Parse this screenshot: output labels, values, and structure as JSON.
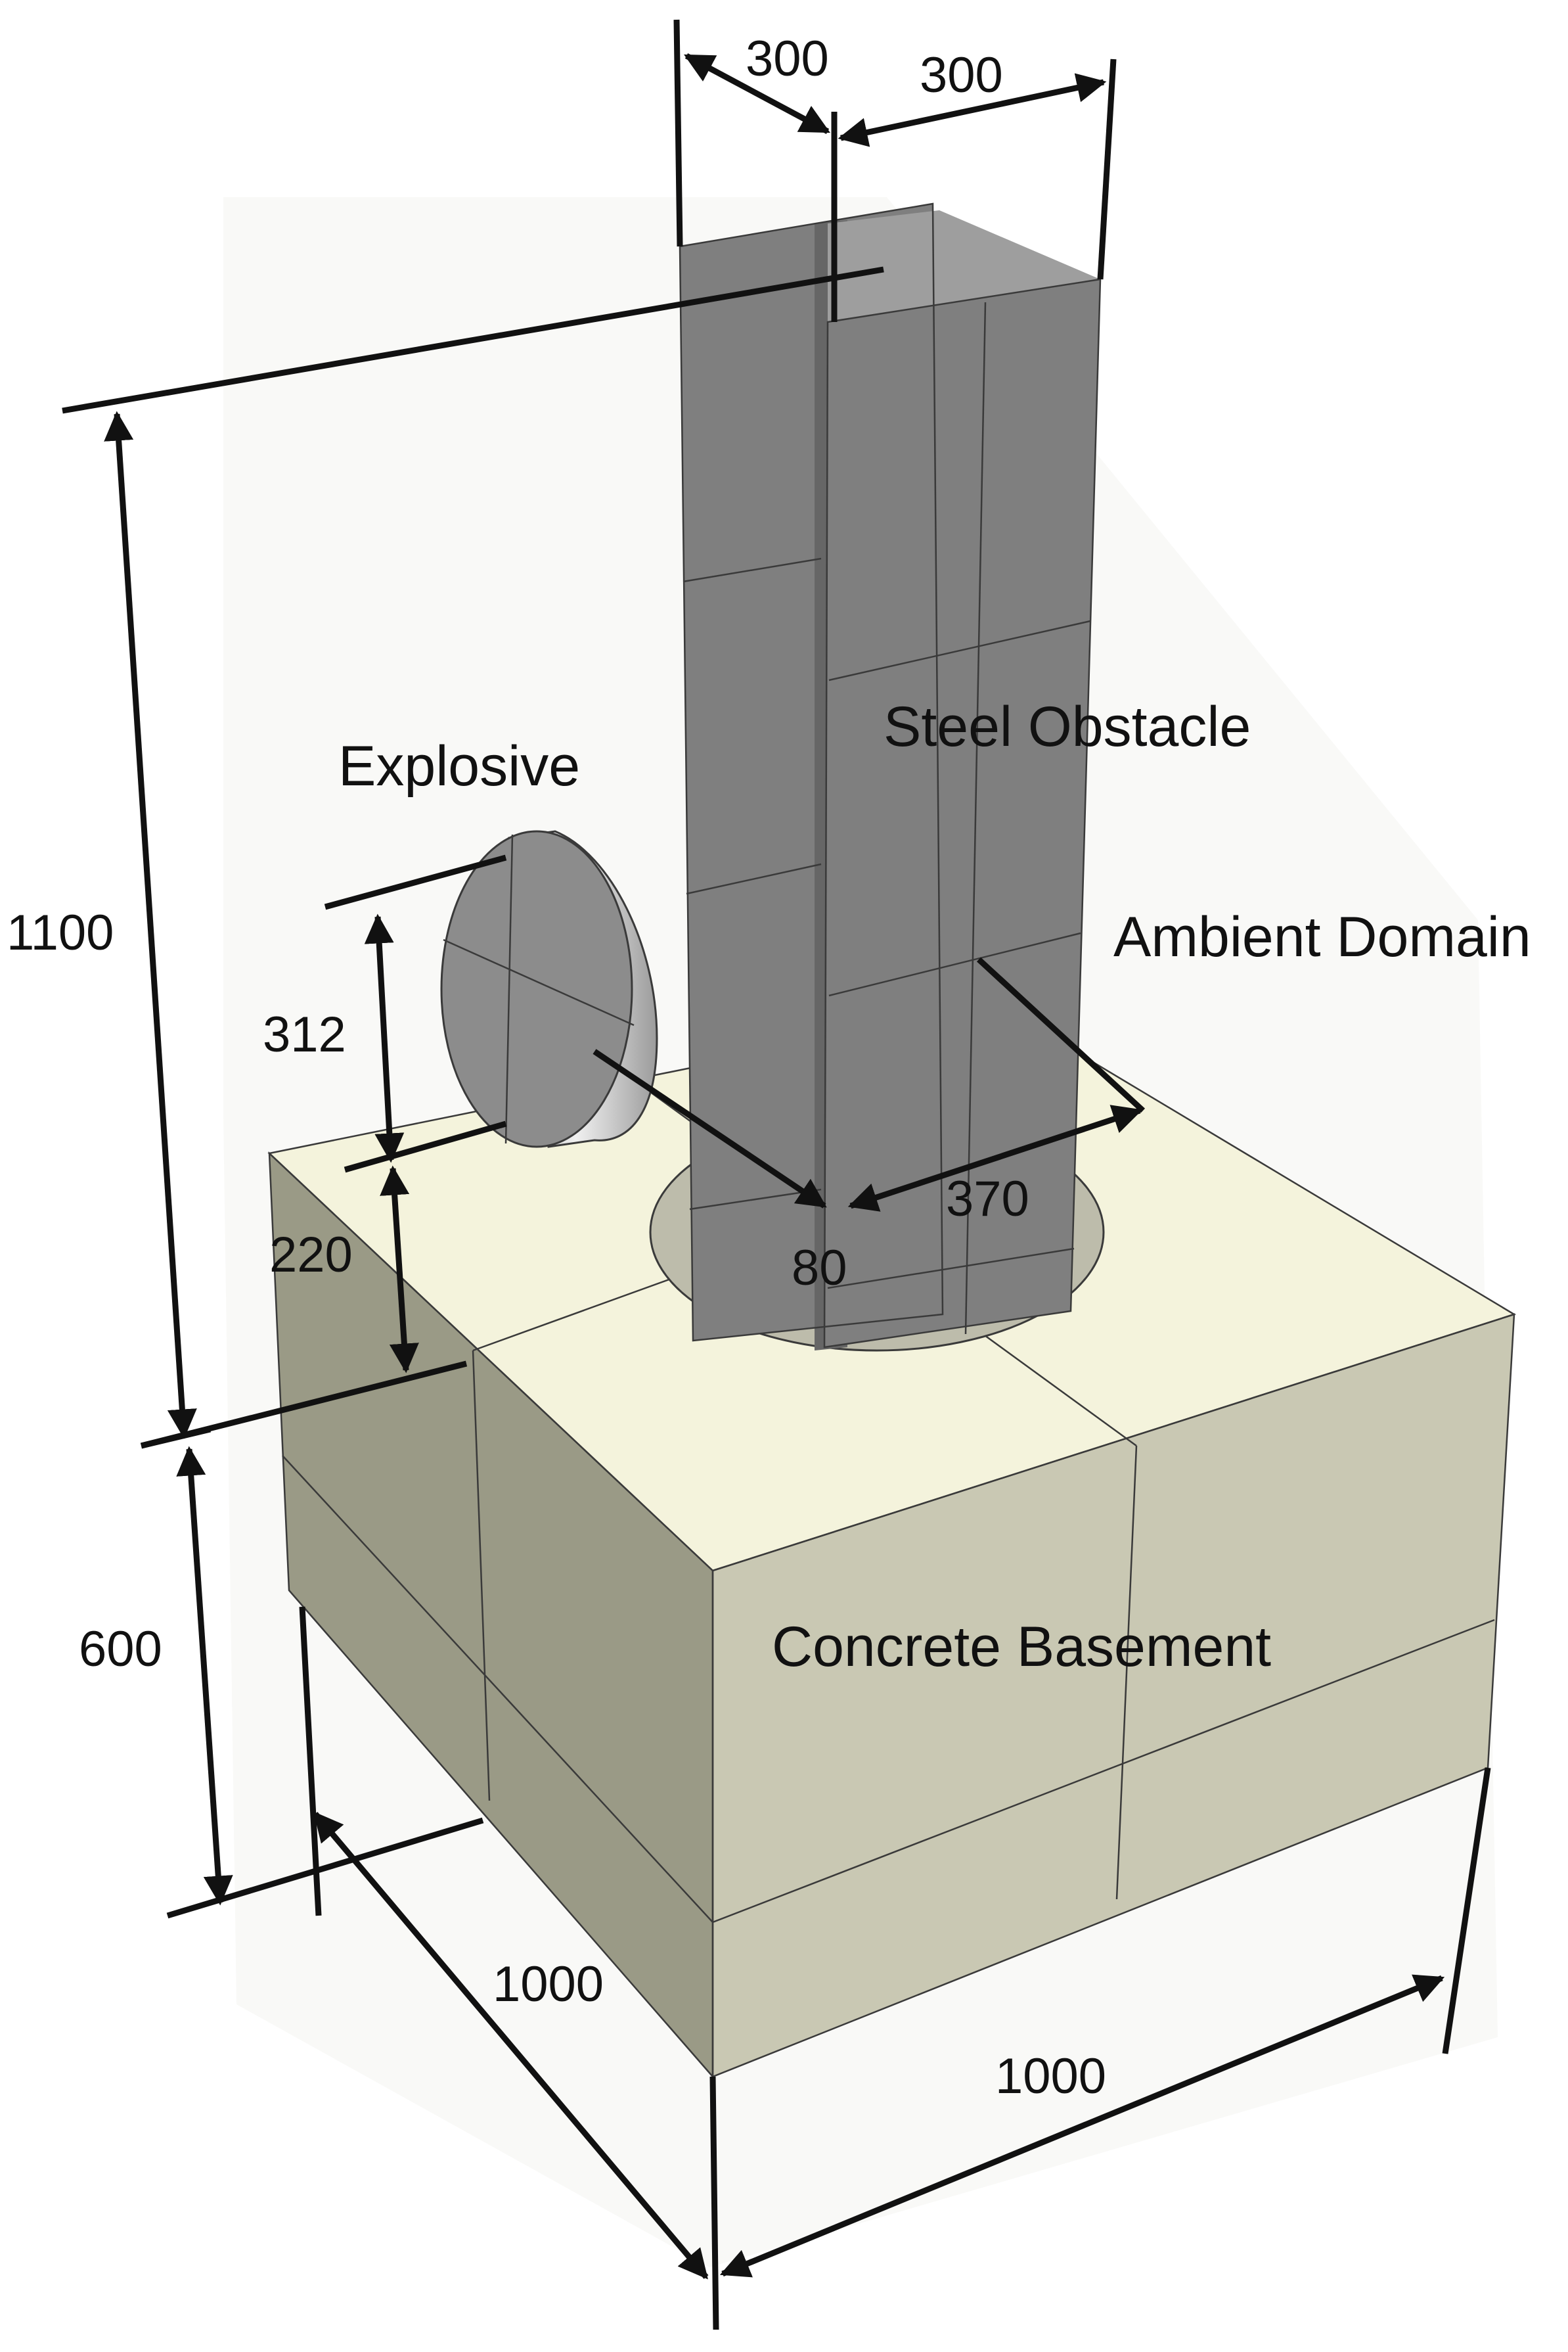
{
  "labels": {
    "explosive": "Explosive",
    "steel_obstacle": "Steel Obstacle",
    "ambient_domain": "Ambient Domain",
    "concrete_basement": "Concrete Basement"
  },
  "dimensions": {
    "flange_width_left": "300",
    "flange_width_right": "300",
    "column_height": "1100",
    "charge_diameter": "312",
    "charge_height_above_base": "220",
    "charge_thickness": "80",
    "standoff": "370",
    "basement_height": "600",
    "basement_depth": "1000",
    "basement_width": "1000"
  },
  "colors": {
    "concrete_top": "#f4f3dc",
    "concrete_left": "#9a9a86",
    "concrete_front": "#c9c8b3",
    "steel": "#7f7f7f",
    "steel_dark": "#666666",
    "explosive_face": "#8c8c8c",
    "explosive_rim": "#d9d9d9",
    "ambient_domain": "#f7f7f4",
    "dimension_line": "#111111"
  }
}
